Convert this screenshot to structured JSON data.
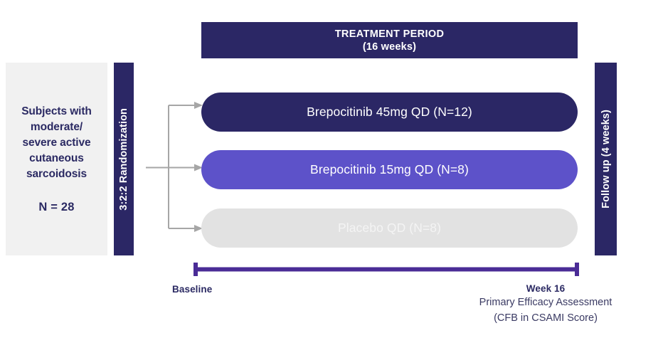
{
  "diagram": {
    "title": "Clinical Trial Design Schematic",
    "colors": {
      "navy": "#2B2765",
      "purple": "#5D52C9",
      "light_gray": "#E2E2E2",
      "panel_gray": "#F1F1F1",
      "timeline_purple": "#4A2C96",
      "arrow_gray": "#A6A6A6",
      "text_navy": "#2B2A63",
      "white": "#FFFFFF"
    }
  },
  "enrollment": {
    "population": "Subjects with moderate/ severe active cutaneous sarcoidosis",
    "population_lines": [
      "Subjects with",
      "moderate/",
      "severe active",
      "cutaneous",
      "sarcoidosis"
    ],
    "sample_size": "N = 28"
  },
  "randomization": {
    "label": "3:2:2 Randomization",
    "ratio": "3:2:2",
    "arrow_count": 3
  },
  "treatment_period": {
    "line1": "TREATMENT PERIOD",
    "line2": "(16 weeks)",
    "duration_weeks": 16
  },
  "arms": [
    {
      "id": "arm-high",
      "label": "Brepocitinib 45mg QD (N=12)",
      "drug": "Brepocitinib",
      "dose": "45mg",
      "frequency": "QD",
      "n": 12,
      "color": "#2B2765",
      "text_color": "#FFFFFF"
    },
    {
      "id": "arm-low",
      "label": "Brepocitinib 15mg QD (N=8)",
      "drug": "Brepocitinib",
      "dose": "15mg",
      "frequency": "QD",
      "n": 8,
      "color": "#5D52C9",
      "text_color": "#FFFFFF"
    },
    {
      "id": "arm-placebo",
      "label": "Placebo QD (N=8)",
      "drug": "Placebo",
      "dose": "",
      "frequency": "QD",
      "n": 8,
      "color": "#E2E2E2",
      "text_color": "#F4F4F4"
    }
  ],
  "followup": {
    "label": "Follow up (4 weeks)",
    "duration_weeks": 4
  },
  "timeline": {
    "start_label": "Baseline",
    "end_label": "Week 16",
    "endpoint_line1": "Primary Efficacy Assessment",
    "endpoint_line2": "(CFB in CSAMI Score)"
  }
}
